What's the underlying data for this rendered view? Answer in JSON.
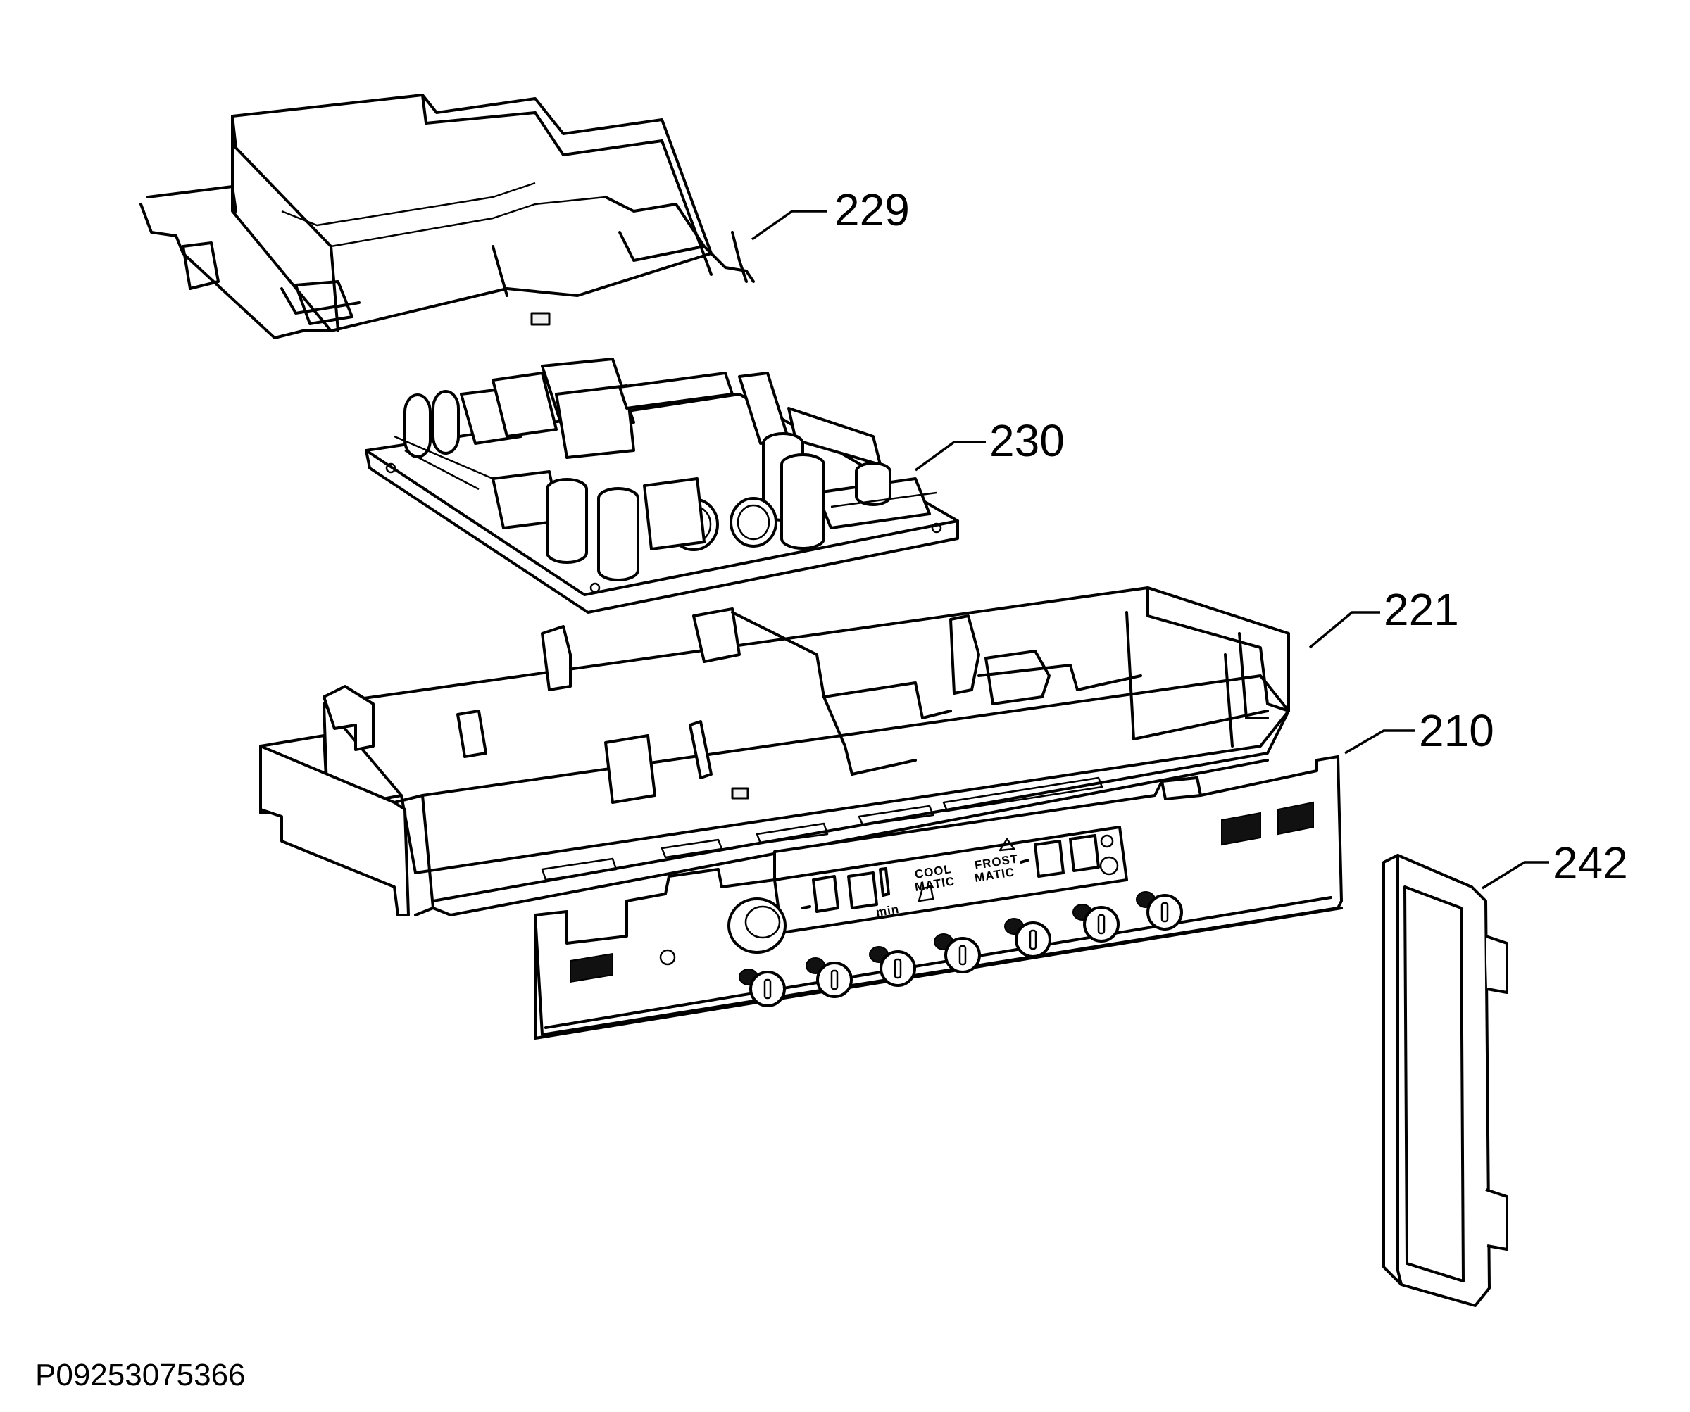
{
  "diagram": {
    "reference_code": "P09253075366",
    "callouts": [
      {
        "id": "cover",
        "label": "229"
      },
      {
        "id": "pcb",
        "label": "230"
      },
      {
        "id": "housing",
        "label": "221"
      },
      {
        "id": "panel",
        "label": "210"
      },
      {
        "id": "trim",
        "label": "242"
      }
    ],
    "display_panel": {
      "label_coolmatic_1": "COOL",
      "label_coolmatic_2": "MATIC",
      "label_frostmatic_1": "FROST",
      "label_frostmatic_2": "MATIC",
      "label_min": "min"
    }
  }
}
